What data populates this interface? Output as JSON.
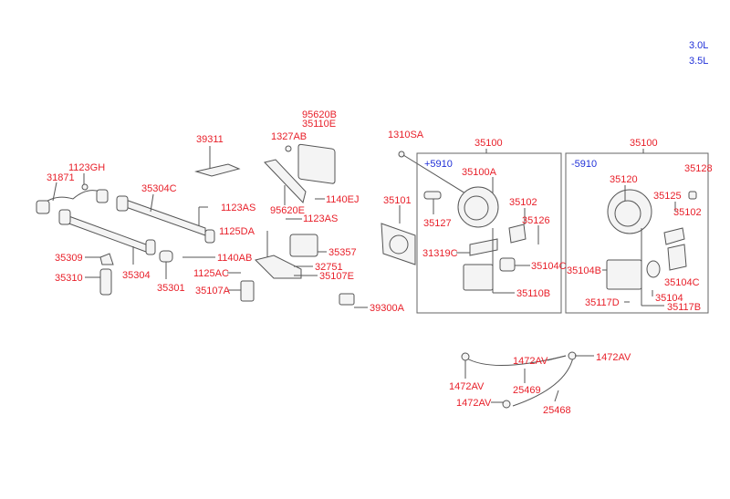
{
  "variants": [
    "3.0L",
    "3.5L"
  ],
  "box_left": {
    "part": "35100",
    "variant": "+5910"
  },
  "box_right": {
    "part": "35100",
    "variant": "-5910"
  },
  "labels": [
    "95620B",
    "35110E",
    "39311",
    "1327AB",
    "1123GH",
    "31871",
    "35304C",
    "1123AS",
    "1140EJ",
    "95620E",
    "1123AS",
    "1125DA",
    "35357",
    "35309",
    "35304",
    "1140AB",
    "32751",
    "35107E",
    "1125AC",
    "35310",
    "35301",
    "35107A",
    "39300A",
    "1310SA",
    "35100A",
    "35128",
    "35120",
    "35101",
    "35125",
    "35102",
    "35102",
    "35126",
    "35127",
    "31319C",
    "35104C",
    "35104B",
    "35104C",
    "35110B",
    "35104",
    "35117D",
    "35117B",
    "1472AV",
    "1472AV",
    "1472AV",
    "25469",
    "1472AV",
    "25468"
  ],
  "colors": {
    "label": "#e8202a",
    "variant": "#2030d8"
  }
}
